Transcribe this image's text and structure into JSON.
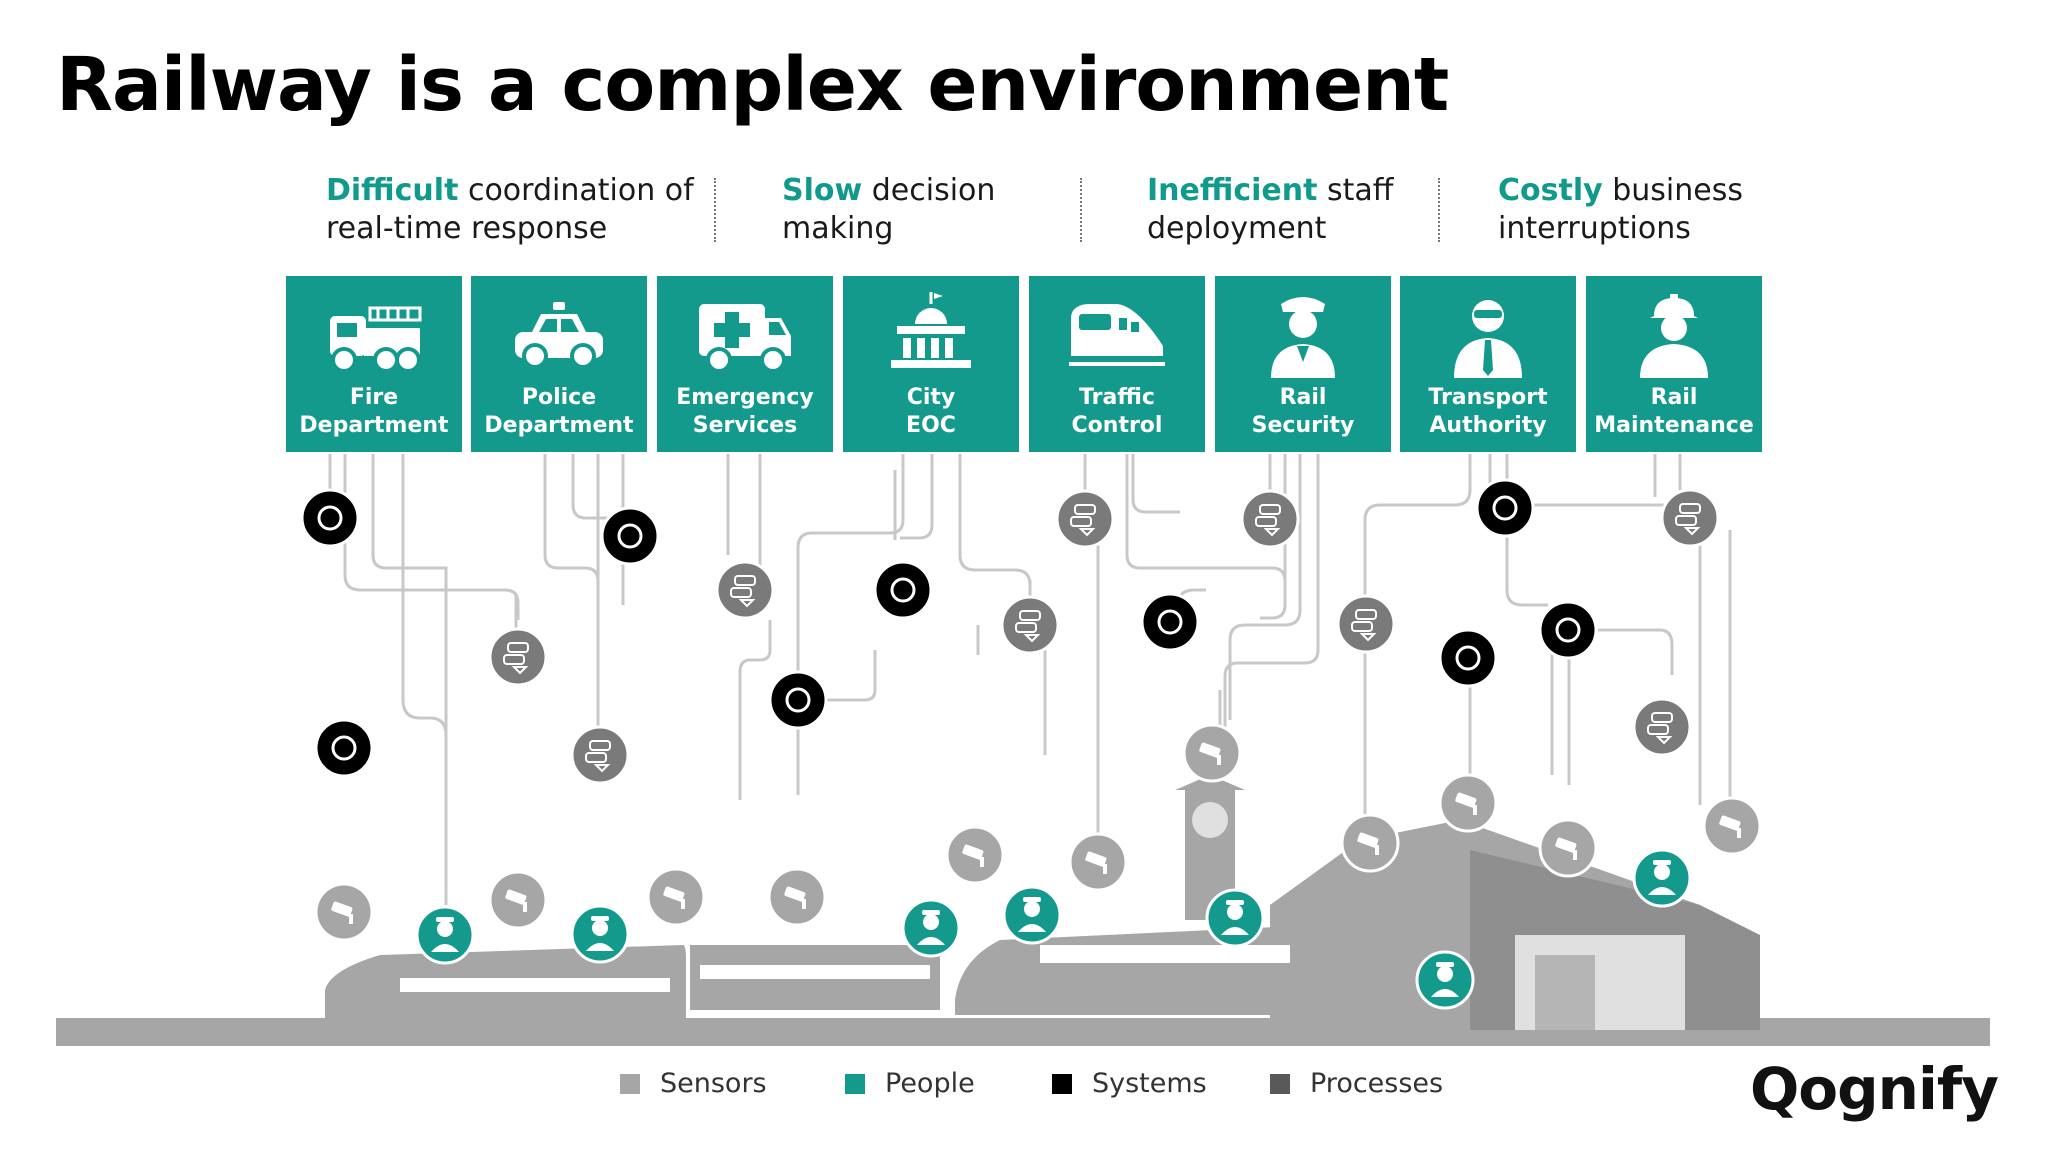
{
  "title": "Railway is a complex environment",
  "challenges": [
    {
      "highlight": "Difficult",
      "line1_rest": " coordination of",
      "line2": "real-time response"
    },
    {
      "highlight": "Slow",
      "line1_rest": " decision",
      "line2": "making"
    },
    {
      "highlight": "Inefficient",
      "line1_rest": " staff",
      "line2": "deployment"
    },
    {
      "highlight": "Costly",
      "line1_rest": " business",
      "line2": "interruptions"
    }
  ],
  "stakeholders": [
    {
      "line1": "Fire",
      "line2": "Department",
      "icon": "fire-truck-icon"
    },
    {
      "line1": "Police",
      "line2": "Department",
      "icon": "police-car-icon"
    },
    {
      "line1": "Emergency",
      "line2": "Services",
      "icon": "ambulance-icon"
    },
    {
      "line1": "City",
      "line2": "EOC",
      "icon": "city-hall-icon"
    },
    {
      "line1": "Traffic",
      "line2": "Control",
      "icon": "train-icon"
    },
    {
      "line1": "Rail",
      "line2": "Security",
      "icon": "security-guard-icon"
    },
    {
      "line1": "Transport",
      "line2": "Authority",
      "icon": "official-icon"
    },
    {
      "line1": "Rail",
      "line2": "Maintenance",
      "icon": "worker-helmet-icon"
    }
  ],
  "legend": [
    {
      "label": "Sensors",
      "color": "#a6a6a6"
    },
    {
      "label": "People",
      "color": "#149a8c"
    },
    {
      "label": "Systems",
      "color": "#000000"
    },
    {
      "label": "Processes",
      "color": "#595959"
    }
  ],
  "colors": {
    "accent": "#149a8c",
    "sensor": "#a6a6a6",
    "system": "#000000",
    "process": "#7a7a7a",
    "line": "#c8c8c8"
  },
  "brand": "Qognify"
}
